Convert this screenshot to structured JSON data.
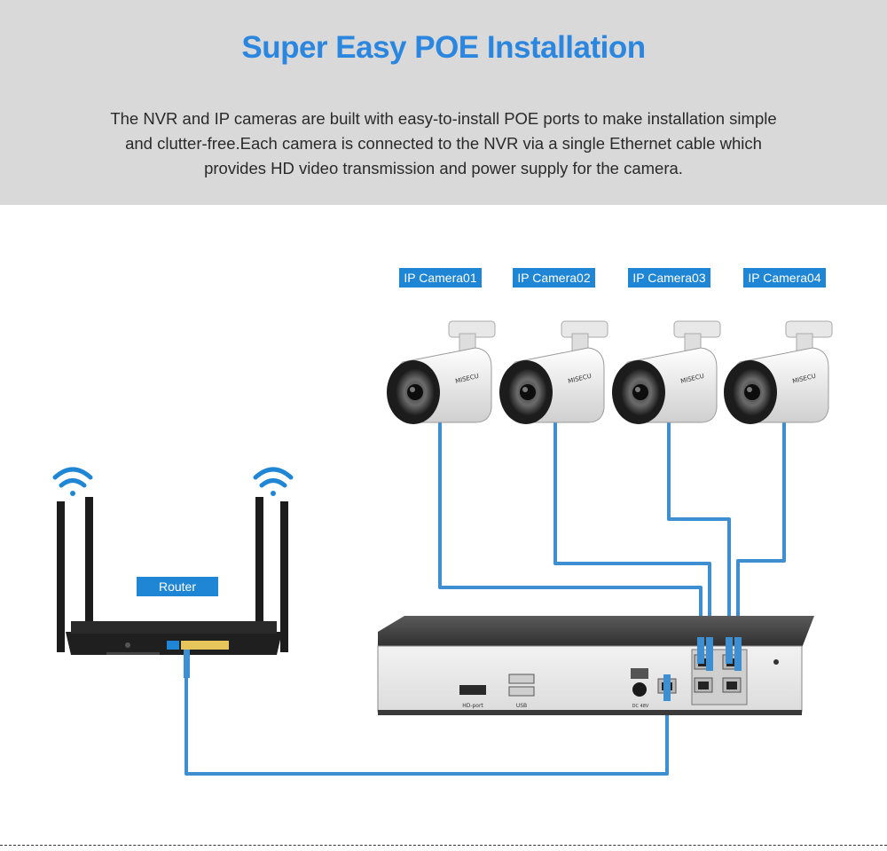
{
  "header": {
    "title": "Super Easy POE Installation",
    "description": [
      "The NVR and IP cameras are built with easy-to-install POE ports to make installation simple",
      "and clutter-free.Each camera is connected to the NVR via a single Ethernet cable which",
      "provides HD video transmission and power supply for the camera."
    ]
  },
  "cameras": [
    {
      "label": "IP Camera01",
      "brand": "MISECU"
    },
    {
      "label": "IP Camera02",
      "brand": "MISECU"
    },
    {
      "label": "IP Camera03",
      "brand": "MISECU"
    },
    {
      "label": "IP Camera04",
      "brand": "MISECU"
    }
  ],
  "router": {
    "label": "Router"
  },
  "nvr": {
    "hdmi_label": "HD-port",
    "usb_label": "USB",
    "power_label": "DC 48V"
  },
  "colors": {
    "accent": "#2b86e0",
    "label_bg": "#1f86d6",
    "cable": "#3e8fd1",
    "header_bg": "#d9d9d9"
  }
}
